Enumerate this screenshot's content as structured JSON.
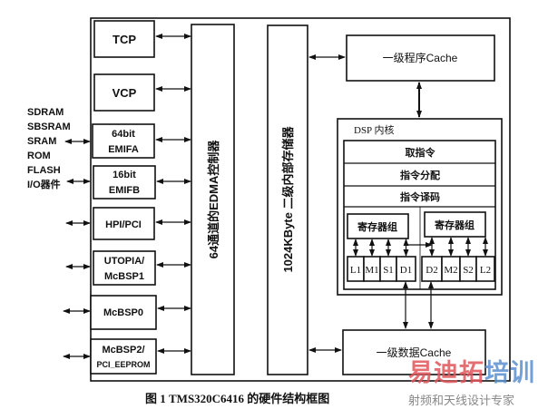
{
  "external_memory": [
    "SDRAM",
    "SBSRAM",
    "SRAM",
    "ROM",
    "FLASH",
    "I/O器件"
  ],
  "peripherals": {
    "tcp": "TCP",
    "vcp": "VCP",
    "emifa": [
      "64bit",
      "EMIFA"
    ],
    "emifb": [
      "16bit",
      "EMIFB"
    ],
    "hpi": "HPI/PCI",
    "utopia": [
      "UTOPIA/",
      "McBSP1"
    ],
    "mcbsp0": "McBSP0",
    "mcbsp2": [
      "McBSP2/",
      "PCI_EEPROM"
    ]
  },
  "edma": "64通道的EDMA控制器",
  "l2_memory": "1024KByte 二级内部存储器",
  "l1p_cache": "一级程序Cache",
  "l1d_cache": "一级数据Cache",
  "dsp_core": {
    "title": "DSP 内核",
    "stages": [
      "取指令",
      "指令分配",
      "指令译码"
    ],
    "register_file": "寄存器组",
    "units_a": [
      "L1",
      "M1",
      "S1",
      "D1"
    ],
    "units_b": [
      "D2",
      "M2",
      "S2",
      "L2"
    ]
  },
  "caption": "图 1  TMS320C6416 的硬件结构框图",
  "watermark": {
    "brand": "易迪拓培训",
    "slogan": "射频和天线设计专家",
    "color_red": "#e0555a",
    "color_blue": "#5b8fd0"
  }
}
